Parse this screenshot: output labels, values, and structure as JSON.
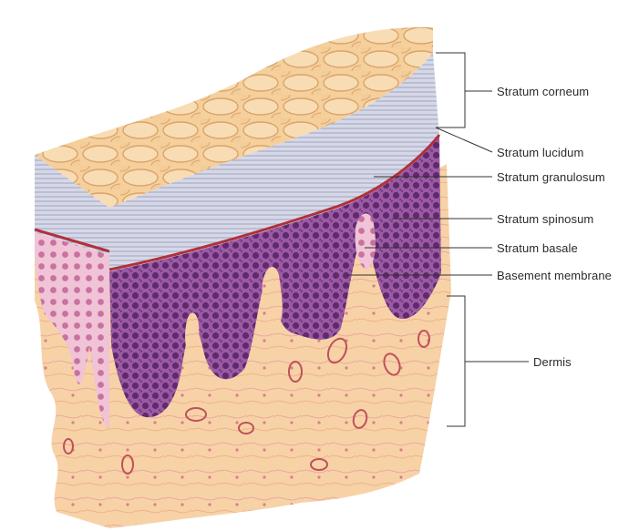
{
  "figure": {
    "labels": {
      "stratum_corneum": "Stratum corneum",
      "stratum_lucidum": "Stratum lucidum",
      "stratum_granulosum": "Stratum granulosum",
      "stratum_spinosum": "Stratum spinosum",
      "stratum_basale": "Stratum basale",
      "basement_membrane": "Basement membrane",
      "dermis": "Dermis"
    },
    "colors": {
      "corneum": "#f2c58c",
      "lucidum": "#c9cde0",
      "epidermis_cells": "#7a3e86",
      "membrane": "#b0303a",
      "dermis": "#f6cfa0",
      "leader_lines": "#333333"
    }
  }
}
